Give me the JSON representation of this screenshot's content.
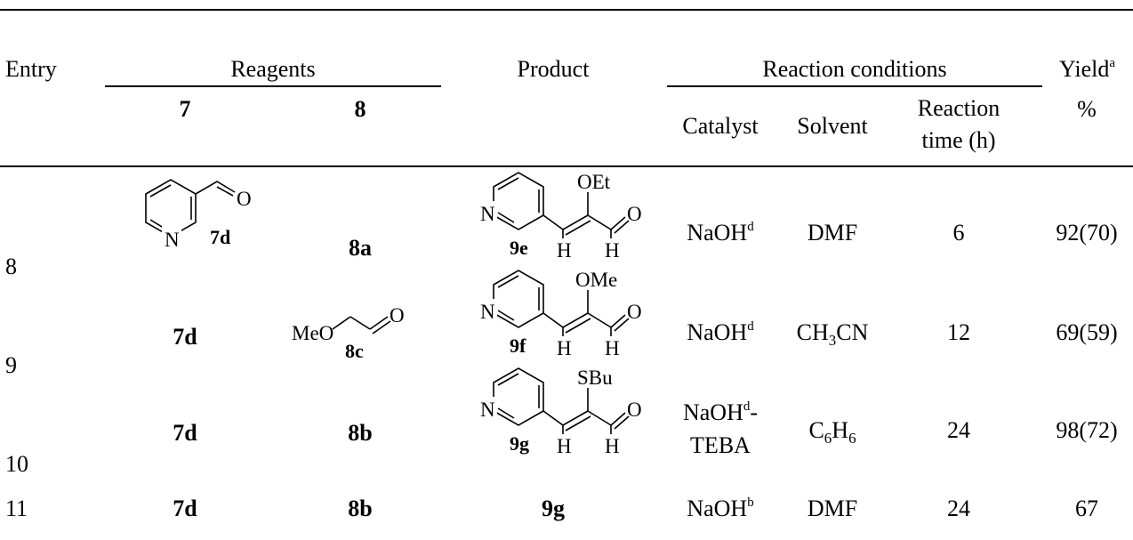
{
  "header": {
    "entry": "Entry",
    "reagents": "Reagents",
    "reagent_7": "7",
    "reagent_8": "8",
    "product": "Product",
    "conditions": "Reaction conditions",
    "catalyst": "Catalyst",
    "solvent": "Solvent",
    "time_line1": "Reaction",
    "time_line2": "time (h)",
    "yield": "Yield",
    "yield_sup": "a",
    "yield_unit": "%"
  },
  "rows": [
    {
      "entry": "8",
      "reagent7_label": "7d",
      "reagent7_atoms": {
        "n": "N",
        "o": "O"
      },
      "reagent8": "8a",
      "product_label": "9e",
      "product_atoms": {
        "n": "N",
        "sub": "OEt",
        "o": "O",
        "h1": "H",
        "h2": "H"
      },
      "catalyst": "NaOH",
      "catalyst_sup": "d",
      "solvent_main": "DMF",
      "time": "6",
      "yield": "92(70)"
    },
    {
      "entry": "9",
      "reagent7": "7d",
      "reagent8_label": "8c",
      "reagent8_atoms": {
        "meo": "MeO",
        "o": "O"
      },
      "product_label": "9f",
      "product_atoms": {
        "n": "N",
        "sub": "OMe",
        "o": "O",
        "h1": "H",
        "h2": "H"
      },
      "catalyst": "NaOH",
      "catalyst_sup": "d",
      "solvent_main": "CH",
      "solvent_sub": "3",
      "solvent_tail": "CN",
      "time": "12",
      "yield": "69(59)"
    },
    {
      "entry": "10",
      "reagent7": "7d",
      "reagent8": "8b",
      "product_label": "9g",
      "product_atoms": {
        "n": "N",
        "sub": "SBu",
        "o": "O",
        "h1": "H",
        "h2": "H"
      },
      "catalyst": "NaOH",
      "catalyst_sup": "d",
      "catalyst_tail": "-",
      "catalyst_line2": "TEBA",
      "solvent_main": "C",
      "solvent_sub": "6",
      "solvent_tail": "H",
      "solvent_sub2": "6",
      "time": "24",
      "yield": "98(72)"
    },
    {
      "entry": "11",
      "reagent7": "7d",
      "reagent8": "8b",
      "product": "9g",
      "catalyst": "NaOH",
      "catalyst_sup": "b",
      "solvent_main": "DMF",
      "time": "24",
      "yield": "67"
    }
  ]
}
